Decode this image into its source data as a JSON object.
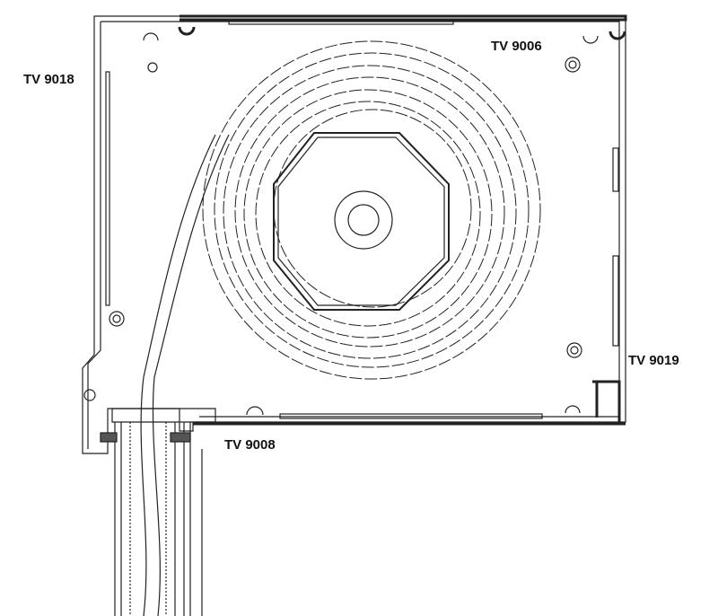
{
  "labels": {
    "tv9018": "TV 9018",
    "tv9006": "TV 9006",
    "tv9019": "TV 9019",
    "tv9008": "TV 9008"
  },
  "colors": {
    "line": "#222222",
    "background": "#ffffff"
  }
}
